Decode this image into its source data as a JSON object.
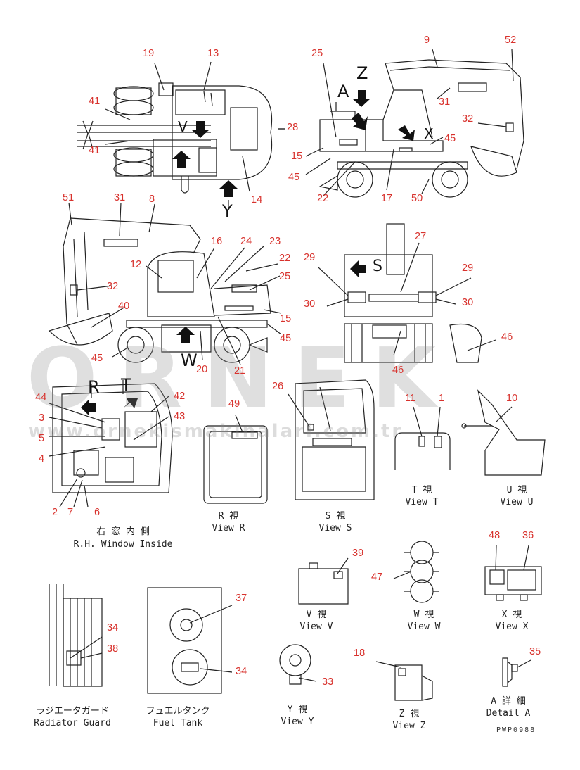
{
  "watermark": {
    "brand": "ORNEK",
    "url": "www.ornekismakinalari.com.tr"
  },
  "drawing_code": "PWP0988",
  "colors": {
    "callout": "#d8322d",
    "line": "#222222",
    "watermark": "#8c8c8c"
  },
  "view_letters": {
    "a": "A",
    "z": "Z",
    "y": "Y",
    "w": "W",
    "x": "X",
    "v": "V",
    "s": "S",
    "r": "R",
    "t": "T"
  },
  "callouts": {
    "c19": "19",
    "c13": "13",
    "c41a": "41",
    "c41b": "41",
    "c28": "28",
    "c14": "14",
    "c25a": "25",
    "c9": "9",
    "c52": "52",
    "c31a": "31",
    "c32a": "32",
    "c15a": "15",
    "c45a": "45",
    "c45b": "45",
    "c22a": "22",
    "c17": "17",
    "c50": "50",
    "c51": "51",
    "c31b": "31",
    "c8": "8",
    "c16": "16",
    "c24": "24",
    "c23": "23",
    "c12": "12",
    "c22b": "22",
    "c25b": "25",
    "c32b": "32",
    "c40": "40",
    "c15b": "15",
    "c45c": "45",
    "c45d": "45",
    "c20": "20",
    "c21": "21",
    "c29a": "29",
    "c27": "27",
    "c29b": "29",
    "c30a": "30",
    "c30b": "30",
    "c46a": "46",
    "c46b": "46",
    "c44": "44",
    "c3": "3",
    "c5": "5",
    "c4": "4",
    "c42": "42",
    "c43": "43",
    "c2": "2",
    "c7": "7",
    "c6": "6",
    "c49": "49",
    "c26": "26",
    "c11": "11",
    "c1": "1",
    "c10": "10",
    "c39": "39",
    "c47": "47",
    "c48": "48",
    "c36": "36",
    "c34a": "34",
    "c38": "38",
    "c37": "37",
    "c34b": "34",
    "c33": "33",
    "c18": "18",
    "c35": "35"
  },
  "captions": {
    "rh_window_jp": "右 窓 内 側",
    "rh_window_en": "R.H. Window Inside",
    "view_r_jp": "R 視",
    "view_r_en": "View R",
    "view_s_jp": "S 視",
    "view_s_en": "View S",
    "view_t_jp": "T 視",
    "view_t_en": "View T",
    "view_u_jp": "U 視",
    "view_u_en": "View U",
    "view_v_jp": "V 視",
    "view_v_en": "View V",
    "view_w_jp": "W 視",
    "view_w_en": "View W",
    "view_x_jp": "X 視",
    "view_x_en": "View X",
    "radiator_jp": "ラジエータガード",
    "radiator_en": "Radiator Guard",
    "fuel_jp": "フュエルタンク",
    "fuel_en": "Fuel Tank",
    "view_y_jp": "Y 視",
    "view_y_en": "View Y",
    "view_z_jp": "Z 視",
    "view_z_en": "View Z",
    "detail_a_jp": "A 詳 細",
    "detail_a_en": "Detail A"
  }
}
